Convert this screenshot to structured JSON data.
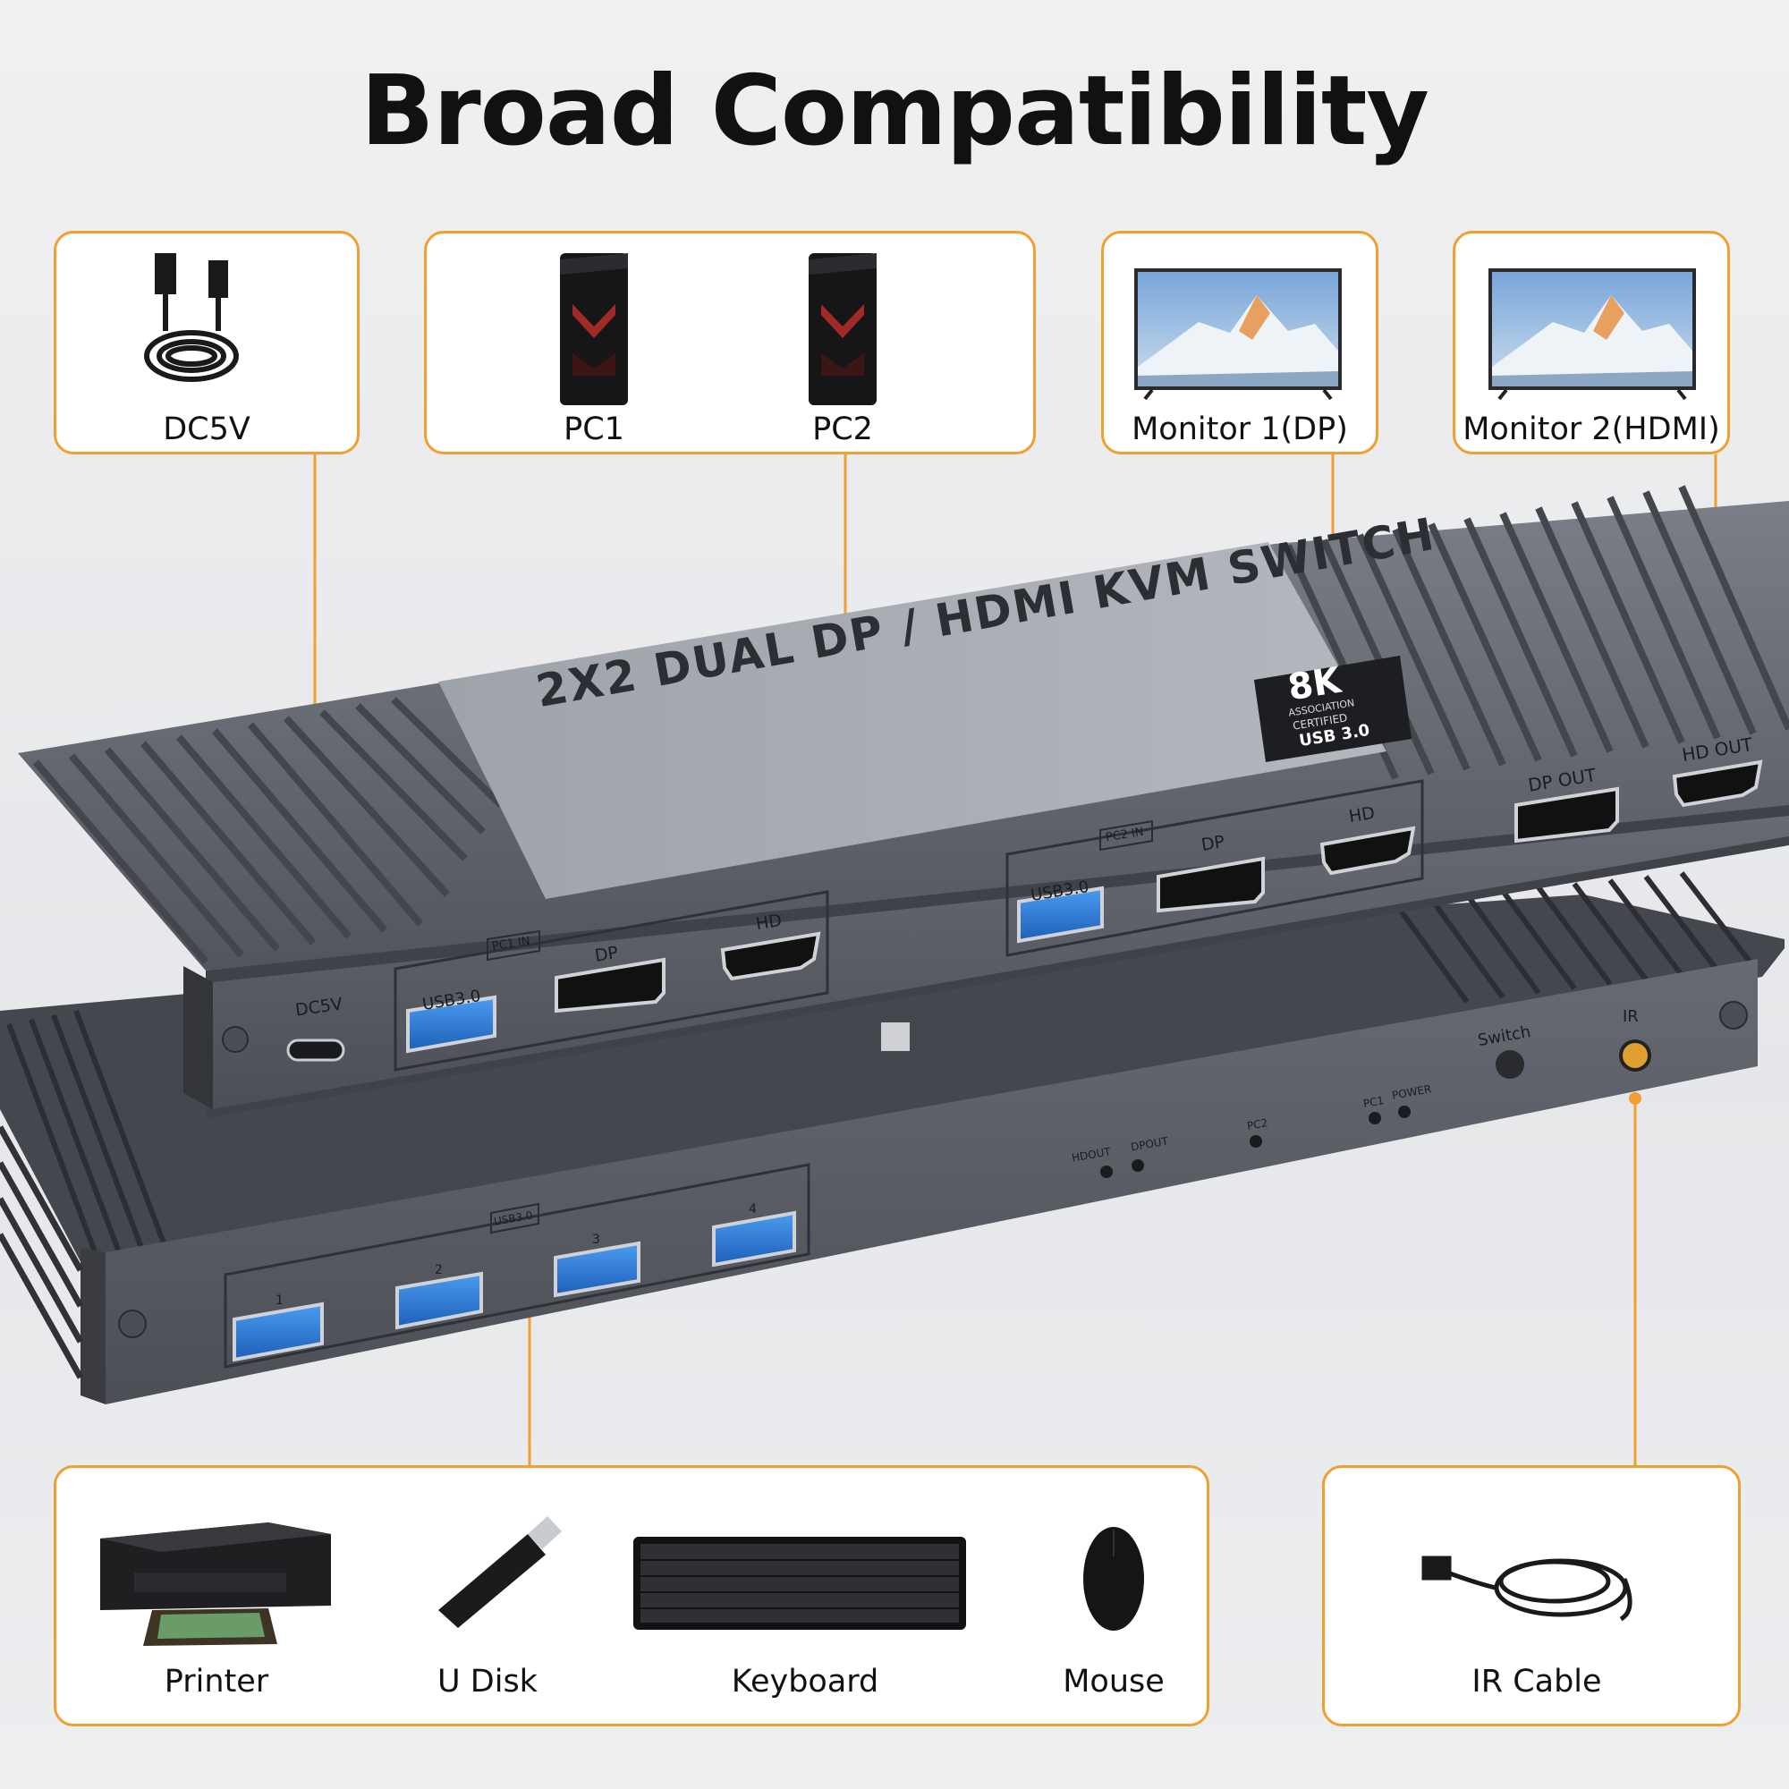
{
  "title": "Broad Compatibility",
  "top_devices": {
    "dc5v": "DC5V",
    "pc1": "PC1",
    "pc2": "PC2",
    "monitor1": "Monitor 1(DP)",
    "monitor2": "Monitor 2(HDMI)"
  },
  "bottom_devices": {
    "printer": "Printer",
    "udisk": "U Disk",
    "keyboard": "Keyboard",
    "mouse": "Mouse",
    "ir_cable": "IR Cable"
  },
  "device_top": {
    "product_name": "2X2 DUAL DP / HDMI KVM SWITCH",
    "badge_8k": "8K",
    "badge_assoc": "ASSOCIATION",
    "badge_cert": "CERTIFIED",
    "badge_usb": "USB 3.0",
    "dc5v_port": "DC5V",
    "pc1_in": "PC1 IN",
    "pc2_in": "PC2 IN",
    "usb30_a": "USB3.0",
    "usb30_b": "USB3.0",
    "dp_a": "DP",
    "hd_a": "HD",
    "dp_b": "DP",
    "hd_b": "HD",
    "dp_out": "DP OUT",
    "hd_out": "HD OUT"
  },
  "device_bottom": {
    "usb30": "USB3.0",
    "port1": "1",
    "port2": "2",
    "port3": "3",
    "port4": "4",
    "hdout": "HDOUT",
    "dpout": "DPOUT",
    "pc2": "PC2",
    "pc1": "PC1",
    "power": "POWER",
    "switch": "Switch",
    "ir": "IR"
  },
  "colors": {
    "accent": "#f0a030",
    "device_body": "#5d6067",
    "usb_blue": "#2f7fd8"
  }
}
